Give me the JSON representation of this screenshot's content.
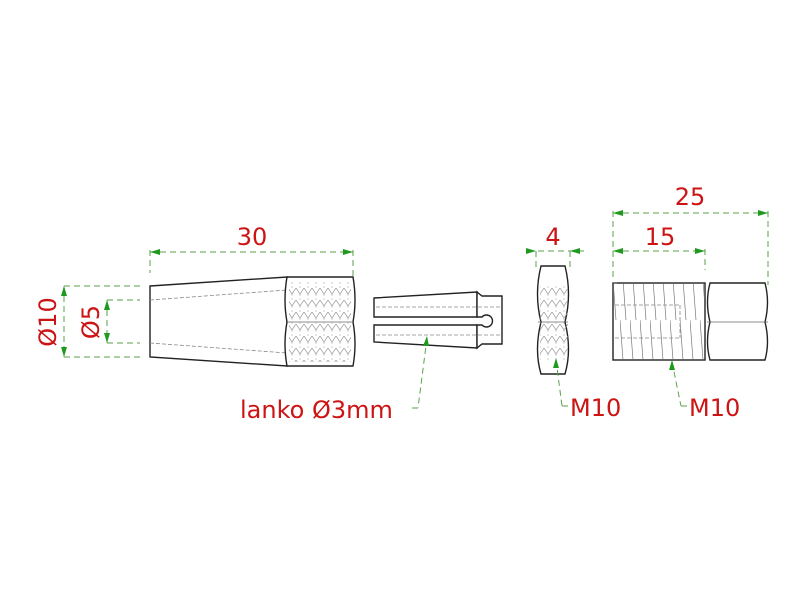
{
  "dimensions": {
    "cone_length": "30",
    "outer_diameter": "Ø10",
    "inner_diameter": "Ø5",
    "nut_width": "4",
    "bolt_total_length": "25",
    "bolt_thread_length": "15"
  },
  "labels": {
    "cable": "lanko Ø3mm",
    "nut_thread": "M10",
    "bolt_thread": "M10"
  },
  "colors": {
    "dimension_text": "#cc1414",
    "dimension_lines": "#5aa24a",
    "outline": "#222222"
  }
}
